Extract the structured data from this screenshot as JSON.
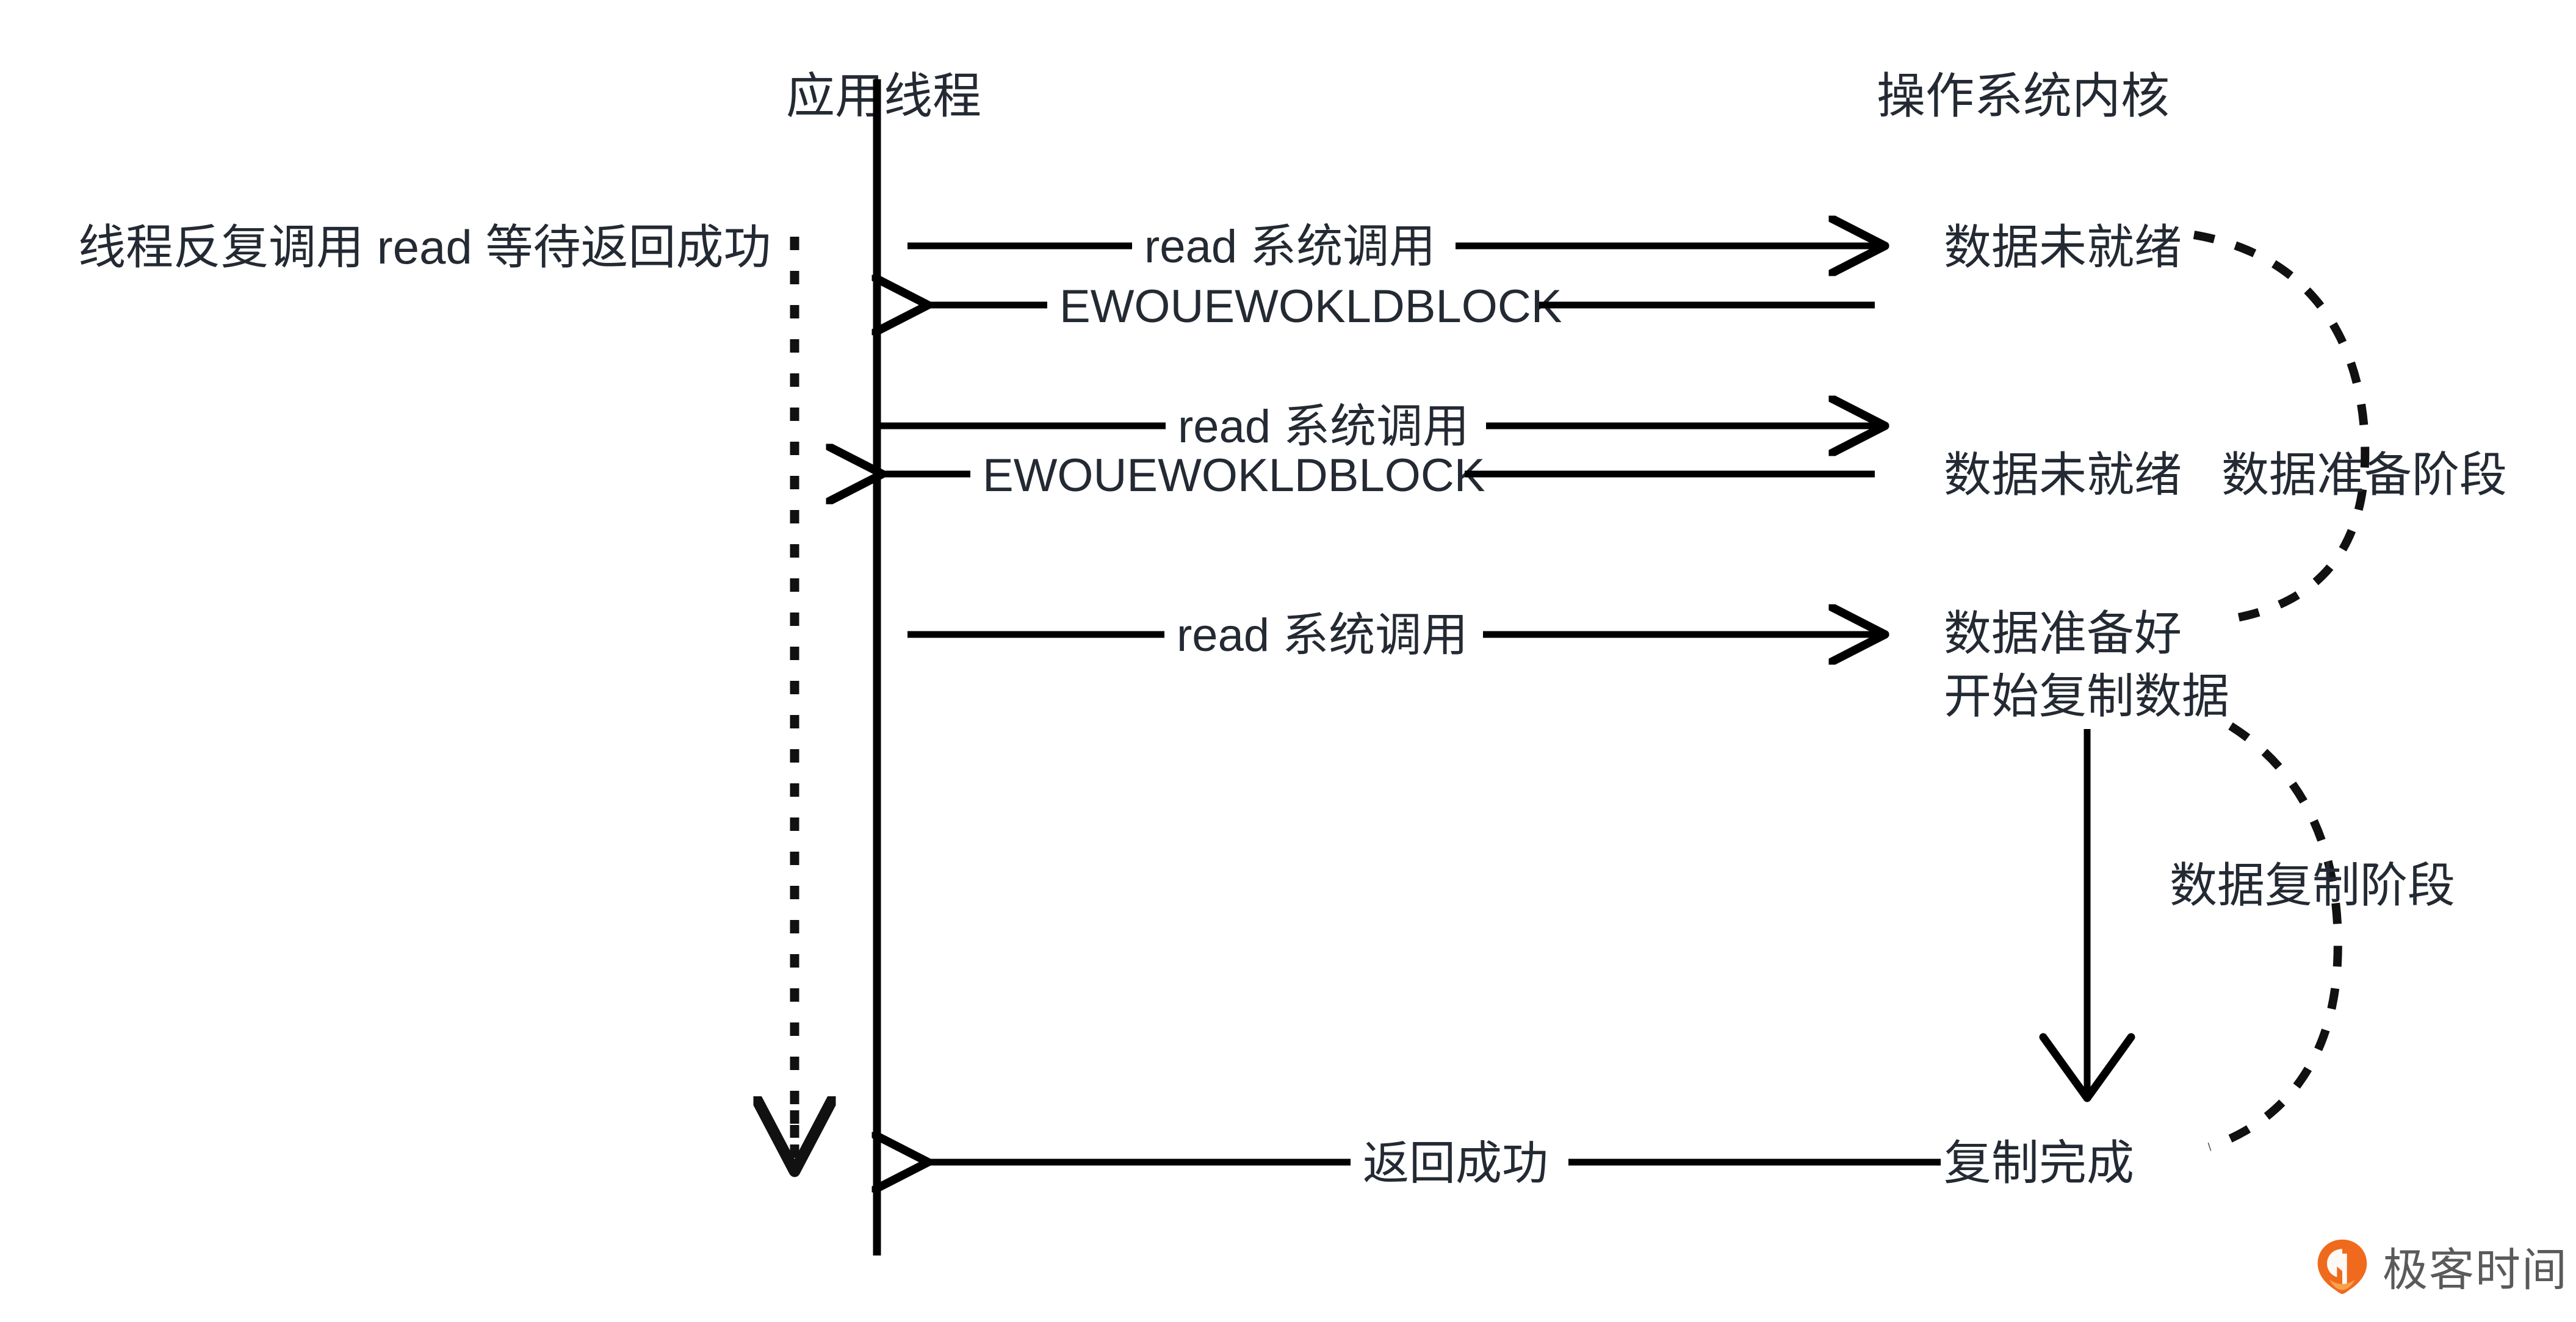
{
  "diagram": {
    "title_left": "应用线程",
    "title_right": "操作系统内核",
    "side_note": "线程反复调用 read 等待返回成功",
    "messages": [
      {
        "label": "read 系统调用",
        "direction": "right"
      },
      {
        "label": "EWOUEWOKLDBLOCK",
        "direction": "left"
      },
      {
        "label": "read 系统调用",
        "direction": "right"
      },
      {
        "label": "EWOUEWOKLDBLOCK",
        "direction": "left"
      },
      {
        "label": "read 系统调用",
        "direction": "right"
      },
      {
        "label": "返回成功",
        "direction": "left"
      }
    ],
    "kernel_states": [
      "数据未就绪",
      "数据未就绪",
      "数据准备好",
      "开始复制数据",
      "复制完成"
    ],
    "phases": [
      "数据准备阶段",
      "数据复制阶段"
    ]
  },
  "brand": {
    "name": "极客时间",
    "mark_color": "#F06A1E",
    "text_color": "#5a5a5a"
  },
  "colors": {
    "ink": "#242a33",
    "line": "#000000",
    "background": "#ffffff"
  }
}
